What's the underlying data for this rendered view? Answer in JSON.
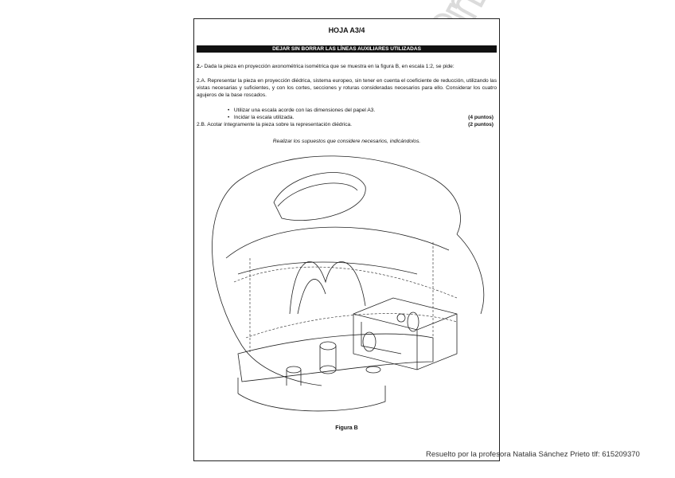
{
  "sheet": {
    "title": "HOJA A3/4",
    "banner": "DEJAR SIN BORRAR LAS LÍNEAS AUXILIARES UTILIZADAS",
    "intro_bold": "2.-",
    "intro": " Dada la pieza en proyección axonométrica isométrica que se muestra en la figura B, en escala 1:2, se pide:",
    "part_a": "2.A.  Representar la pieza en proyección diédrica, sistema europeo, sin tener en cuenta el coeficiente de reducción, utilizando las vistas necesarias y suficientes, y con los cortes, secciones y roturas consideradas necesarios para ello. Considerar los cuatro agujeros de la base roscados.",
    "bullets": [
      "Utilizar una escala acorde con las dimensiones del papel A3.",
      "Incidar la escala utilizada."
    ],
    "bullet_points": "(4 puntos)",
    "part_b": "2.B.  Acotar íntegramente la pieza sobre la representación diédrica.",
    "part_b_points": "(2 puntos)",
    "note": "Realizar los supuestos que considere necesarios, indicándolos.",
    "figure_label": "Figura B"
  },
  "watermark_text": "Natalia Sánchez Prieto 615209370",
  "credit": "Resuelto por la profesora Natalia Sánchez Prieto tlf:  615209370"
}
